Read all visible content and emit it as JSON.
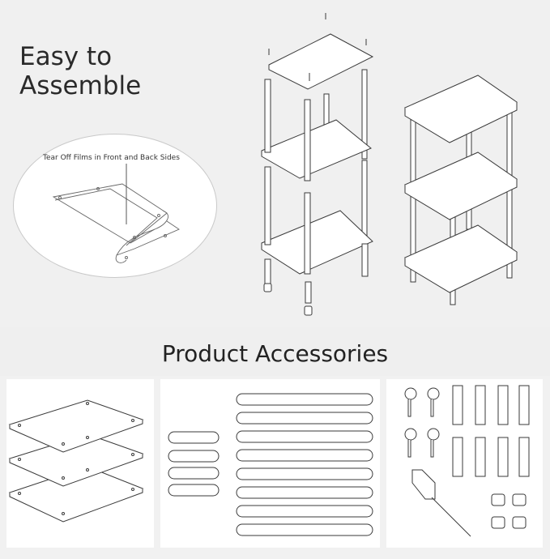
{
  "hero": {
    "headline_line1": "Easy to",
    "headline_line2": "Assemble",
    "film_note": "Tear Off Films in Front and Back Sides"
  },
  "accessories": {
    "title": "Product Accessories",
    "panels": [
      {
        "name": "shelf boards",
        "count": 3
      },
      {
        "name": "short poles",
        "count": 4
      },
      {
        "name": "long poles",
        "count": 8
      },
      {
        "name": "hardware",
        "screws": 4,
        "threaded_rods": 8,
        "feet": 4,
        "screwdriver": 1
      }
    ]
  },
  "colors": {
    "background": "#f0f0f0",
    "panel": "#ffffff",
    "line": "#3a3a3a"
  }
}
